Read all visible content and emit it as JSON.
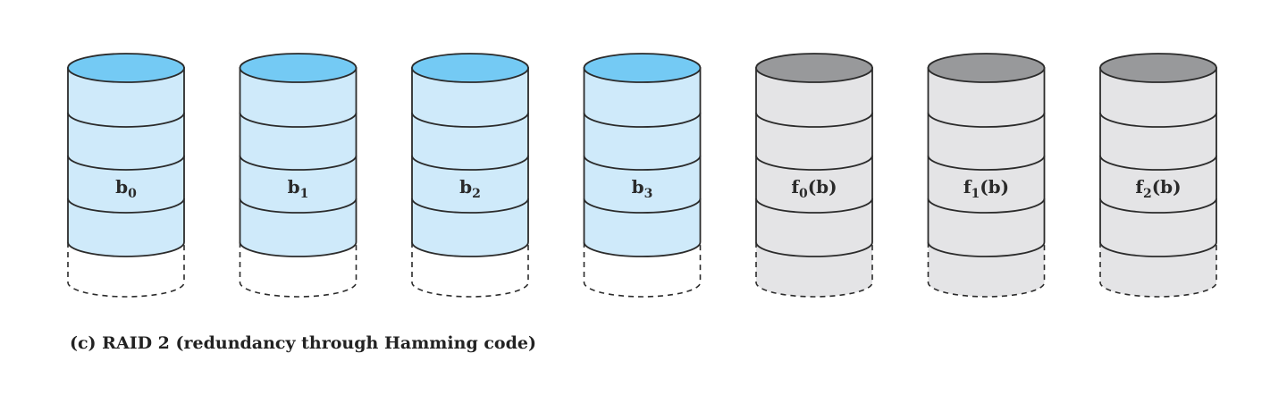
{
  "disks": [
    {
      "kind": "data",
      "base": "b",
      "sub": "0",
      "suffix": ""
    },
    {
      "kind": "data",
      "base": "b",
      "sub": "1",
      "suffix": ""
    },
    {
      "kind": "data",
      "base": "b",
      "sub": "2",
      "suffix": ""
    },
    {
      "kind": "data",
      "base": "b",
      "sub": "3",
      "suffix": ""
    },
    {
      "kind": "check",
      "base": "f",
      "sub": "0",
      "suffix": "(b)"
    },
    {
      "kind": "check",
      "base": "f",
      "sub": "1",
      "suffix": "(b)"
    },
    {
      "kind": "check",
      "base": "f",
      "sub": "2",
      "suffix": "(b)"
    }
  ],
  "caption": "(c) RAID 2 (redundancy through Hamming code)",
  "colors": {
    "data_body": "#cfeafa",
    "data_top": "#74caf4",
    "check_body": "#e4e4e6",
    "check_top": "#98999b",
    "outline": "#2b2b2b"
  }
}
